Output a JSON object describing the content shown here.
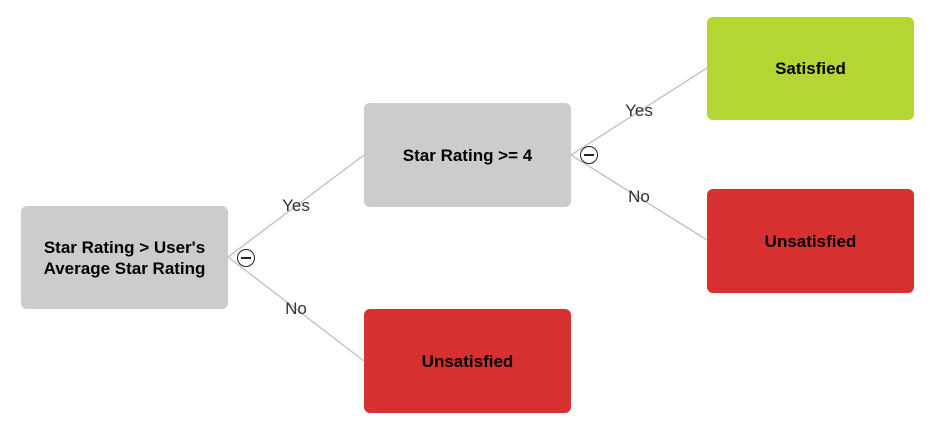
{
  "colors": {
    "decision": "#cccccc",
    "satisfied": "#b3d633",
    "unsatisfied": "#d63031",
    "edge": "#c2c2c2"
  },
  "tree": {
    "root": {
      "label_line1": "Star Rating > User's",
      "label_line2": "Average Star Rating",
      "collapse_icon": "minus-circle-icon"
    },
    "decision2": {
      "label": "Star Rating >= 4",
      "collapse_icon": "minus-circle-icon"
    },
    "leaf_satisfied": {
      "label": "Satisfied"
    },
    "leaf_unsatisfied_upper": {
      "label": "Unsatisfied"
    },
    "leaf_unsatisfied_lower": {
      "label": "Unsatisfied"
    },
    "edges": {
      "root_yes": "Yes",
      "root_no": "No",
      "decision2_yes": "Yes",
      "decision2_no": "No"
    }
  }
}
